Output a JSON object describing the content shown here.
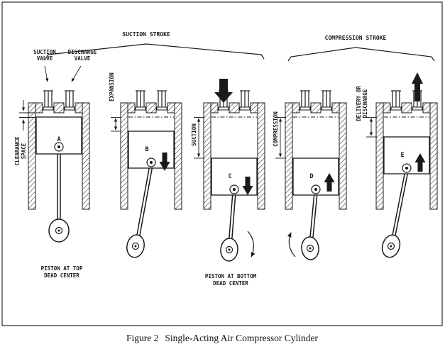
{
  "caption": {
    "figure_label": "Figure 2",
    "title": "Single-Acting Air Compressor Cylinder"
  },
  "strokes": {
    "suction": "SUCTION STROKE",
    "compression": "COMPRESSION STROKE"
  },
  "valve_labels": {
    "suction": {
      "line1": "SUCTION",
      "line2": "VALVE"
    },
    "discharge": {
      "line1": "DISCHARGE",
      "line2": "VALVE"
    }
  },
  "dimensions": {
    "clearance": {
      "line1": "CLEARANCE",
      "line2": "SPACE"
    },
    "expansion": "EXPANSION",
    "suction": "SUCTION",
    "compression": "COMPRESSION",
    "delivery": {
      "line1": "DELIVERY OR",
      "line2": "DISCHARGE"
    }
  },
  "cylinders": [
    {
      "letter": "A"
    },
    {
      "letter": "B"
    },
    {
      "letter": "C"
    },
    {
      "letter": "D"
    },
    {
      "letter": "E"
    }
  ],
  "position_captions": {
    "tdc": {
      "line1": "PISTON AT TOP",
      "line2": "DEAD CENTER"
    },
    "bdc": {
      "line1": "PISTON AT BOTTOM",
      "line2": "DEAD CENTER"
    }
  },
  "icons": {
    "piston-down-arrow": "filled downward arrow",
    "piston-up-arrow": "filled upward arrow",
    "suction-flow-arrow": "large filled downward arrow",
    "discharge-flow-arrow": "large filled upward arrow",
    "crank-rotation-arrow": "curved rotation arrow"
  },
  "colors": {
    "ink": "#1a1a1a",
    "background": "#ffffff"
  }
}
